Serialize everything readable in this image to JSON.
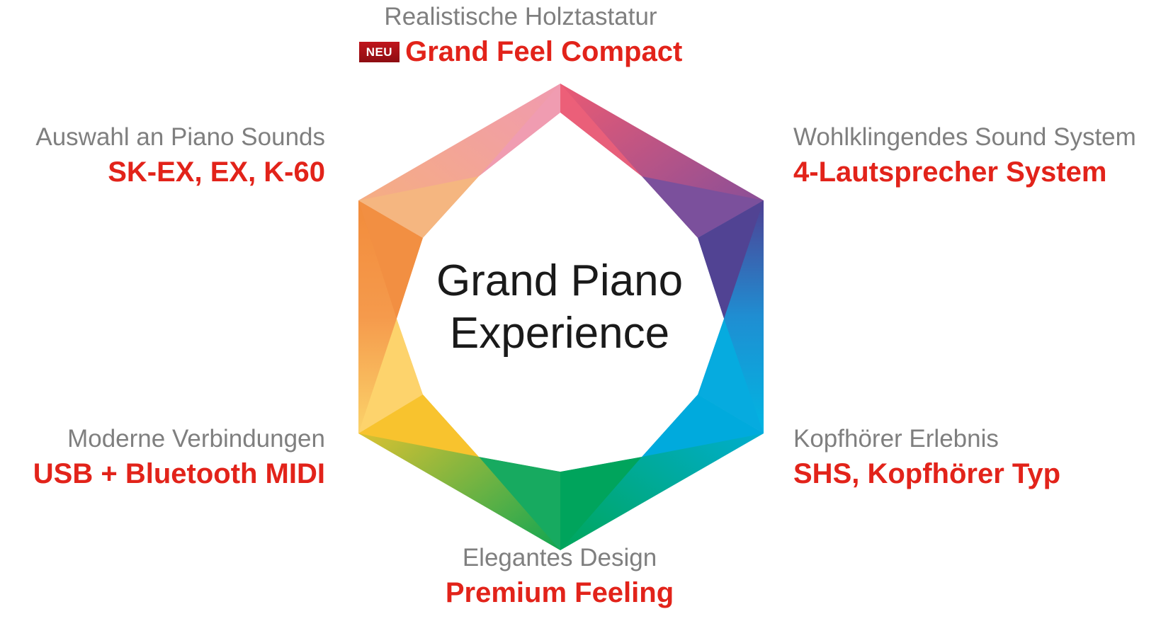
{
  "center": {
    "line1": "Grand Piano",
    "line2": "Experience"
  },
  "features": {
    "top": {
      "subtitle": "Realistische Holztastatur",
      "badge": "NEU",
      "title": "Grand Feel Compact"
    },
    "upper_right": {
      "subtitle": "Wohlklingendes Sound System",
      "title": "4-Lautsprecher System"
    },
    "lower_right": {
      "subtitle": "Kopfhörer Erlebnis",
      "title": "SHS, Kopfhörer Typ"
    },
    "bottom": {
      "subtitle": "Elegantes Design",
      "title": "Premium Feeling"
    },
    "lower_left": {
      "subtitle": "Moderne Verbindungen",
      "title": "USB + Bluetooth MIDI"
    },
    "upper_left": {
      "subtitle": "Auswahl an Piano Sounds",
      "title": "SK-EX, EX, K-60"
    }
  },
  "colors": {
    "accent": "#e2231a",
    "subtitle": "#7f7f7f",
    "badge": "#b0121a",
    "segments": [
      "#ea5f77",
      "#7b4c9e",
      "#00b0de",
      "#00a650",
      "#f7c230",
      "#f28c3c",
      "#f4a1b1"
    ]
  }
}
